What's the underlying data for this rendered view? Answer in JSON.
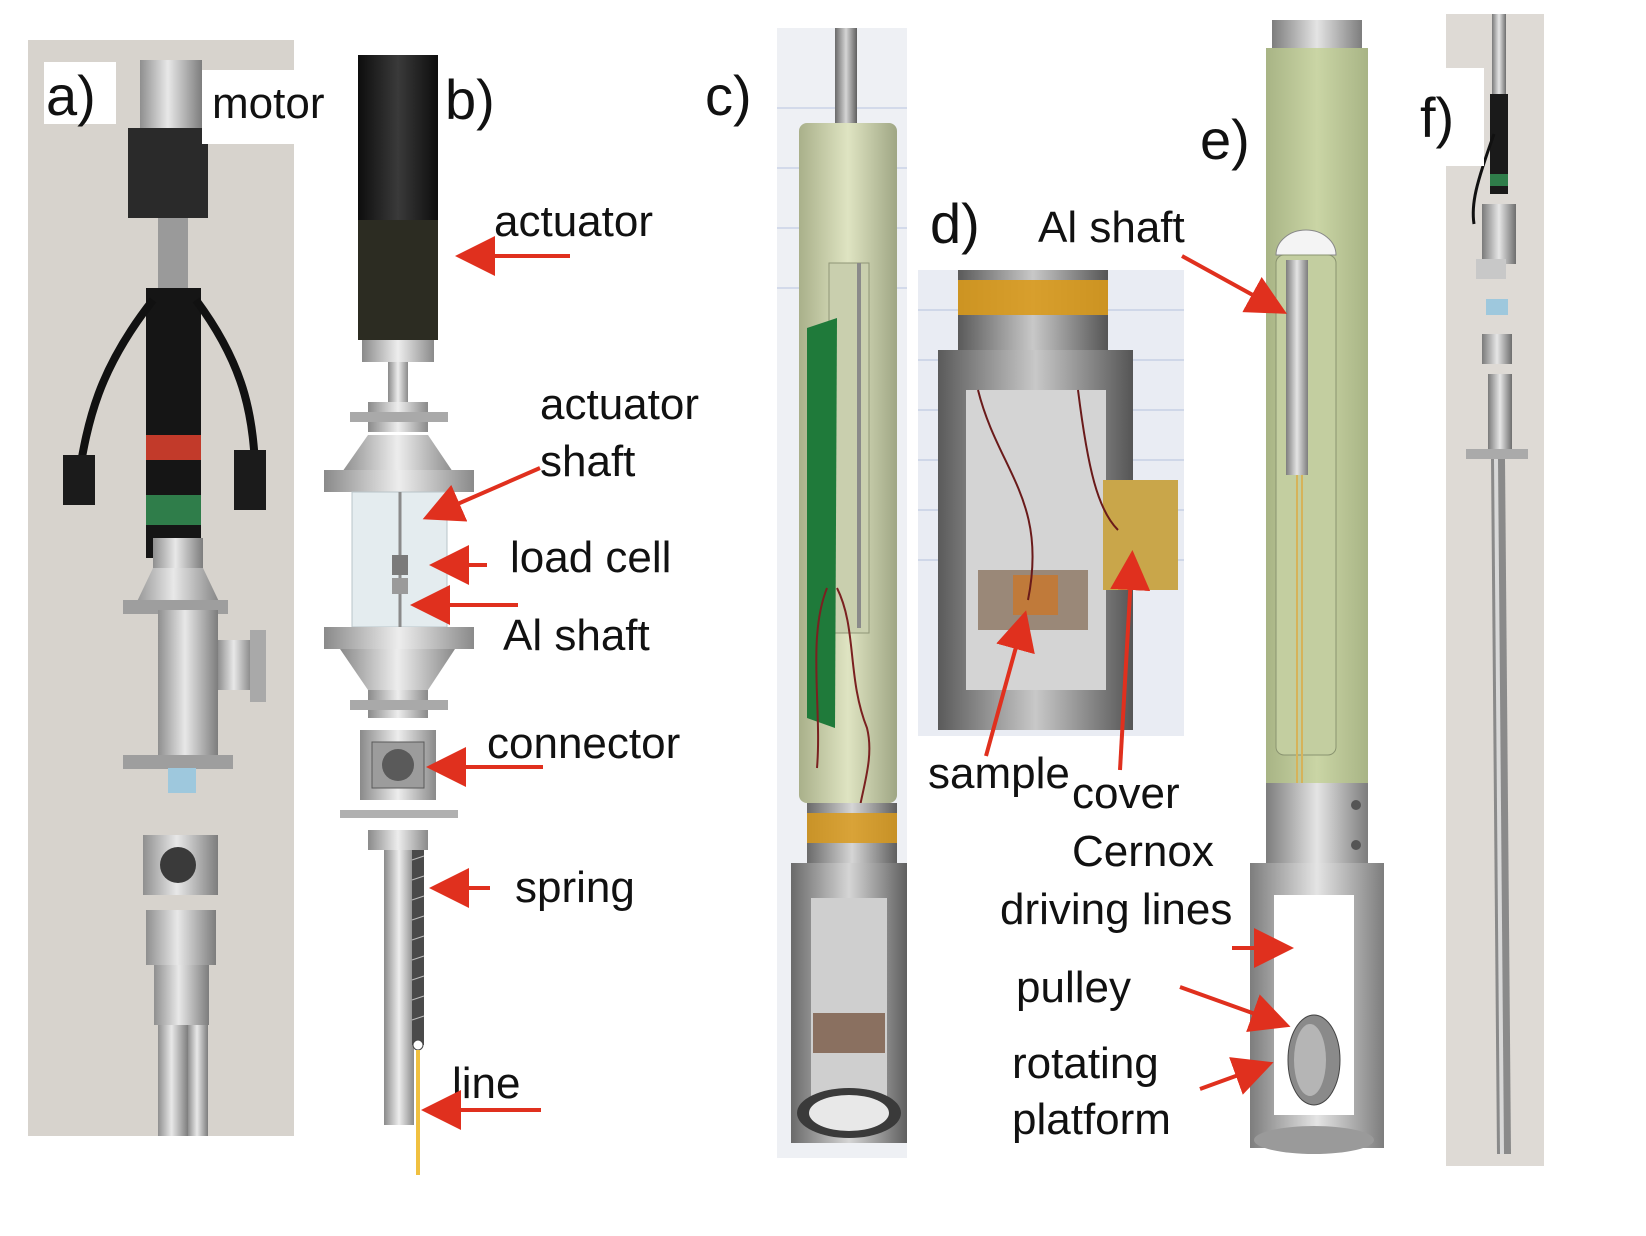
{
  "panels": {
    "a": "a)",
    "b": "b)",
    "c": "c)",
    "d": "d)",
    "e": "e)",
    "f": "f)"
  },
  "labels": {
    "motor": "motor",
    "actuator": "actuator",
    "actuator_shaft_1": "actuator",
    "actuator_shaft_2": "shaft",
    "load_cell": "load cell",
    "al_shaft_b": "Al shaft",
    "connector": "connector",
    "spring": "spring",
    "line": "line",
    "sample": "sample",
    "cover": "cover",
    "al_shaft_e": "Al shaft",
    "cernox": "Cernox",
    "driving_lines": "driving lines",
    "pulley": "pulley",
    "rotating": "rotating",
    "platform": "platform"
  },
  "colors": {
    "arrow": "#e0301e",
    "cad_green": "#c2cf9c",
    "steel": "#c9c9c9",
    "motor_black": "#1e1e1e",
    "fiberglass": "#d6dcb4",
    "pcb": "#1f7a3a",
    "kapton": "#d99a1c",
    "line_yellow": "#f0c040"
  }
}
